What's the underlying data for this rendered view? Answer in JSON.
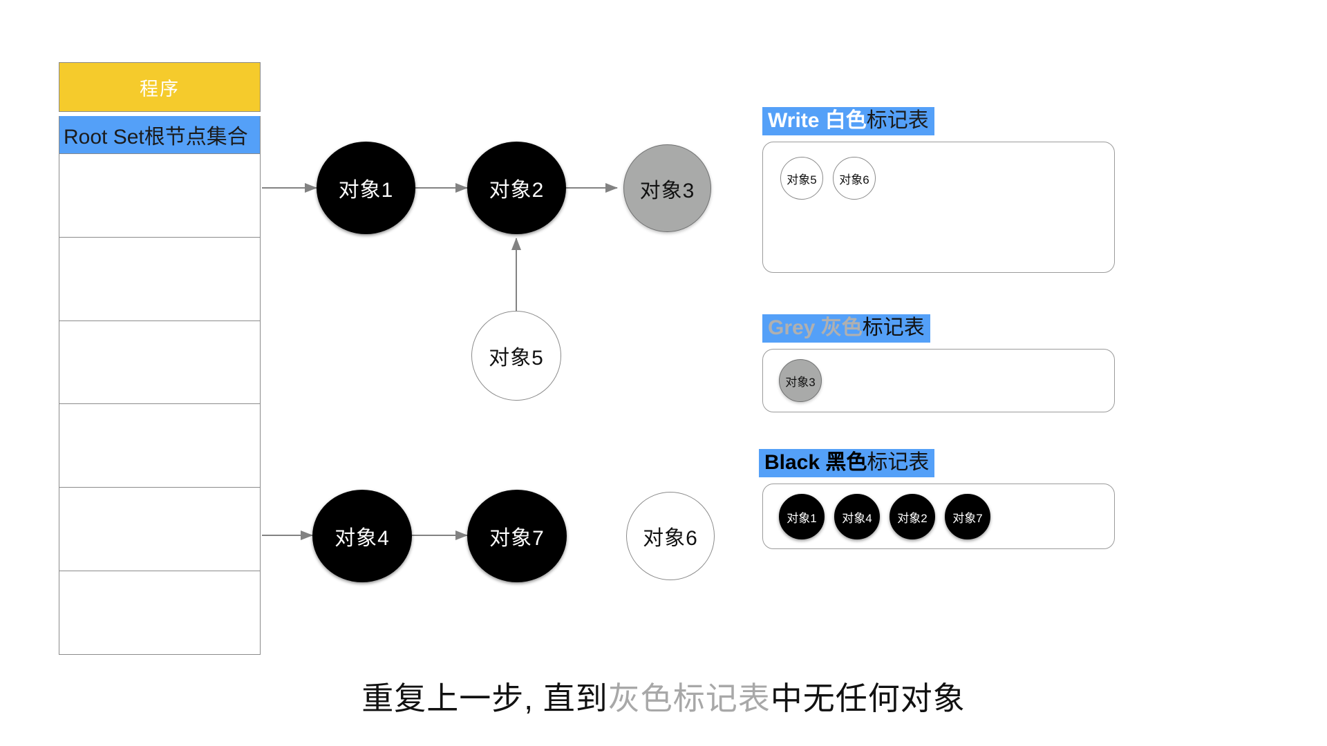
{
  "program": {
    "header_label": "程序",
    "header_color": "#f5cb2c",
    "rootset_label": "Root Set根节点集合",
    "rootset_color": "#54a0f8",
    "row_count": 6
  },
  "graph": {
    "nodes": [
      {
        "id": "obj1",
        "label": "对象1",
        "color": "black"
      },
      {
        "id": "obj2",
        "label": "对象2",
        "color": "black"
      },
      {
        "id": "obj3",
        "label": "对象3",
        "color": "grey"
      },
      {
        "id": "obj5",
        "label": "对象5",
        "color": "white"
      },
      {
        "id": "obj4",
        "label": "对象4",
        "color": "black"
      },
      {
        "id": "obj7",
        "label": "对象7",
        "color": "black"
      },
      {
        "id": "obj6",
        "label": "对象6",
        "color": "white"
      }
    ],
    "edges": [
      {
        "from": "rootset",
        "to": "obj1"
      },
      {
        "from": "obj1",
        "to": "obj2"
      },
      {
        "from": "obj2",
        "to": "obj3"
      },
      {
        "from": "obj5",
        "to": "obj2"
      },
      {
        "from": "rootset",
        "to": "obj4"
      },
      {
        "from": "obj4",
        "to": "obj7"
      }
    ],
    "edge_color": "#828282"
  },
  "mark_tables": [
    {
      "id": "white-table",
      "title_keyword": "Write 白色",
      "title_tail": "标记表",
      "keyword_color": "#ffffff",
      "banner_color": "#54a0f8",
      "items": [
        {
          "label": "对象5",
          "color": "white"
        },
        {
          "label": "对象6",
          "color": "white"
        }
      ]
    },
    {
      "id": "grey-table",
      "title_keyword": "Grey 灰色",
      "title_tail": "标记表",
      "keyword_color": "#b0b0b0",
      "banner_color": "#54a0f8",
      "items": [
        {
          "label": "对象3",
          "color": "grey"
        }
      ]
    },
    {
      "id": "black-table",
      "title_keyword": "Black 黑色",
      "title_tail": "标记表",
      "keyword_color": "#000000",
      "banner_color": "#54a0f8",
      "items": [
        {
          "label": "对象1",
          "color": "black"
        },
        {
          "label": "对象4",
          "color": "black"
        },
        {
          "label": "对象2",
          "color": "black"
        },
        {
          "label": "对象7",
          "color": "black"
        }
      ]
    }
  ],
  "caption": {
    "lead": "重复上一步, 直到",
    "highlight": "灰色标记表",
    "tail": "中无任何对象",
    "highlight_color": "#a8a8a8"
  }
}
